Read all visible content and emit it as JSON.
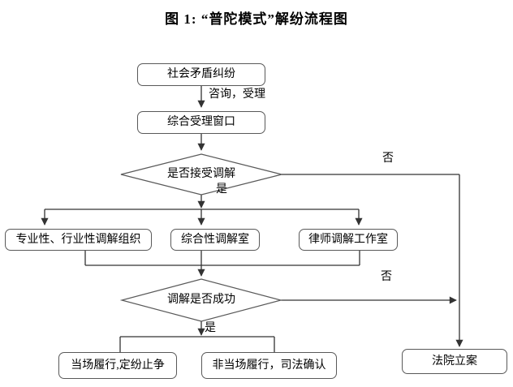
{
  "title": "图 1: “普陀模式”解纷流程图",
  "nodes": {
    "social": "社会矛盾纠纷",
    "intake": "综合受理窗口",
    "accept_decision": "是否接受调解",
    "professional": "专业性、行业性调解组织",
    "comprehensive": "综合性调解室",
    "lawyer": "律师调解工作室",
    "success_decision": "调解是否成功",
    "onsite": "当场履行,定纷止争",
    "offsite": "非当场履行，司法确认",
    "court": "法院立案"
  },
  "edge_labels": {
    "consult": "咨询，受理",
    "yes_accept": "是",
    "no_accept": "否",
    "yes_success": "是",
    "no_success": "否"
  },
  "colors": {
    "connector": "#333333",
    "shape_border": "#595959",
    "background": "#ffffff",
    "text": "#000000"
  }
}
